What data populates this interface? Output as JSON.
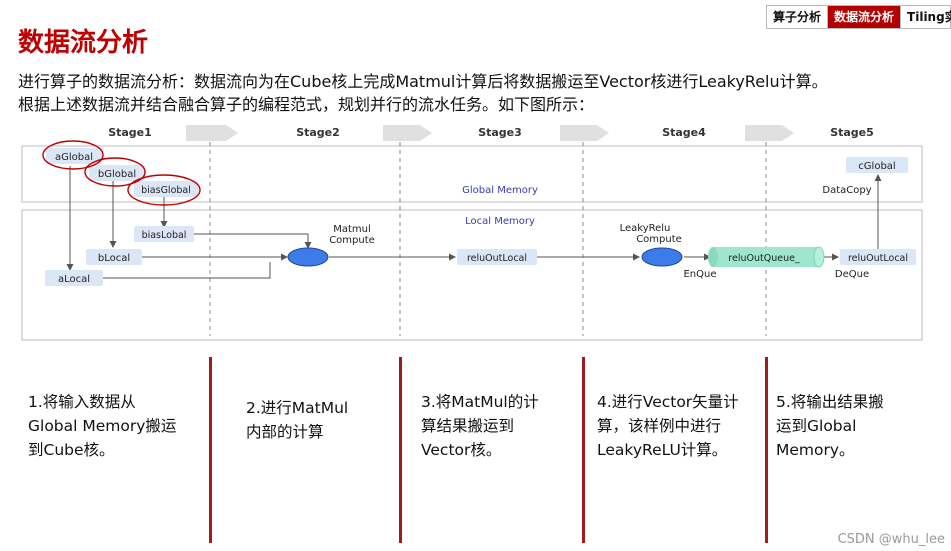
{
  "nav": {
    "tabs": [
      {
        "label": "算子分析",
        "active": false
      },
      {
        "label": "数据流分析",
        "active": true
      },
      {
        "label": "Tiling实",
        "active": false
      }
    ]
  },
  "page": {
    "title": "数据流分析",
    "intro_lines": [
      "进行算子的数据流分析：数据流向为在Cube核上完成Matmul计算后将数据搬运至Vector核进行LeakyRelu计算。",
      "根据上述数据流并结合融合算子的编程范式，规划并行的流水任务。如下图所示："
    ]
  },
  "diagram": {
    "stages": [
      "Stage1",
      "Stage2",
      "Stage3",
      "Stage4",
      "Stage5"
    ],
    "regions": {
      "global": "Global Memory",
      "local": "Local Memory"
    },
    "nodes": {
      "aGlobal": "aGlobal",
      "bGlobal": "bGlobal",
      "biasGlobal": "biasGlobal",
      "cGlobal": "cGlobal",
      "biasLobal": "biasLobal",
      "bLocal": "bLocal",
      "aLocal": "aLocal",
      "reluOutLocal1": "reluOutLocal",
      "reluOutQueue": "reluOutQueue_",
      "reluOutLocal2": "reluOutLocal"
    },
    "ops": {
      "matmul_line1": "Matmul",
      "matmul_line2": "Compute",
      "relu_line1": "LeakyRelu",
      "relu_line2": "Compute",
      "enque": "EnQue",
      "deque": "DeQue",
      "datacopy": "DataCopy"
    },
    "colors": {
      "node_fill": "#dbe7f6",
      "compute_fill": "#3d7be8",
      "queue_fill": "#9fe6cf",
      "accent": "#c00000"
    }
  },
  "descriptions": [
    [
      "1.将输入数据从",
      "Global Memory搬运",
      "到Cube核。"
    ],
    [
      "2.进行MatMul",
      "内部的计算"
    ],
    [
      "3.将MatMul的计",
      "算结果搬运到",
      "Vector核。"
    ],
    [
      "4.进行Vector矢量计",
      "算，该样例中进行",
      "LeakyReLU计算。"
    ],
    [
      "5.将输出结果搬",
      "运到Global",
      "Memory。"
    ]
  ],
  "watermark": "CSDN @whu_lee"
}
